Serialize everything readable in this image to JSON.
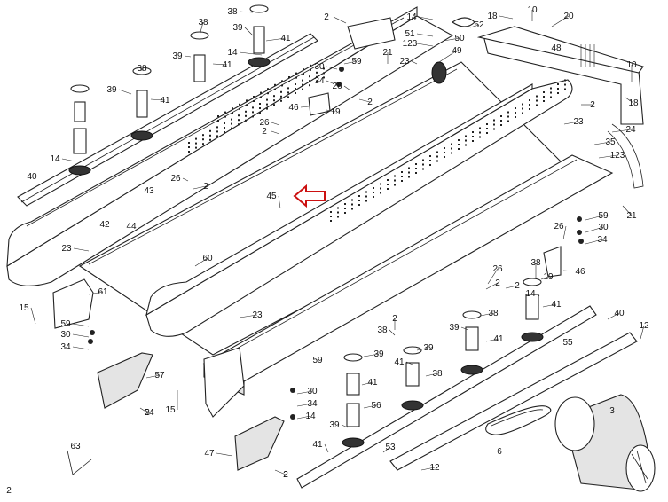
{
  "callouts": [
    "38",
    "39",
    "41",
    "14",
    "38",
    "39",
    "41",
    "38",
    "39",
    "41",
    "14",
    "40",
    "2",
    "42",
    "43",
    "26",
    "2",
    "44",
    "45",
    "23",
    "61",
    "60",
    "15",
    "59",
    "30",
    "34",
    "57",
    "2",
    "15",
    "63",
    "47",
    "2",
    "14",
    "51",
    "123",
    "52",
    "18",
    "10",
    "20",
    "48",
    "21",
    "23",
    "49",
    "50",
    "59",
    "30",
    "26",
    "34",
    "46",
    "19",
    "2",
    "26",
    "2",
    "10",
    "18",
    "2",
    "23",
    "24",
    "35",
    "123",
    "21",
    "59",
    "30",
    "34",
    "26",
    "2",
    "26",
    "2",
    "38",
    "19",
    "14",
    "46",
    "41",
    "38",
    "39",
    "41",
    "23",
    "2",
    "38",
    "39",
    "41",
    "38",
    "39",
    "41",
    "56",
    "59",
    "30",
    "34",
    "14",
    "39",
    "41",
    "40",
    "12",
    "6",
    "55",
    "53",
    "12",
    "3",
    "54",
    "2",
    "2"
  ],
  "highlight_color": "#cc1111"
}
